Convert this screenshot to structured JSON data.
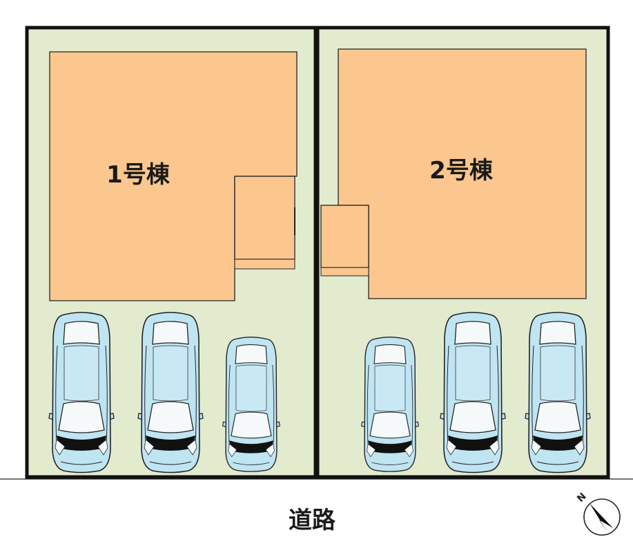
{
  "lots": [
    {
      "label": "1号棟"
    },
    {
      "label": "2号棟"
    }
  ],
  "road": {
    "label": "道路"
  },
  "compass": {
    "letter": "N"
  },
  "colors": {
    "lot_fill": "#e2ebce",
    "building_fill": "#fbc78f",
    "outline": "#111111",
    "car_body": "#bfe4f2",
    "car_glass": "#f6f9fa"
  }
}
